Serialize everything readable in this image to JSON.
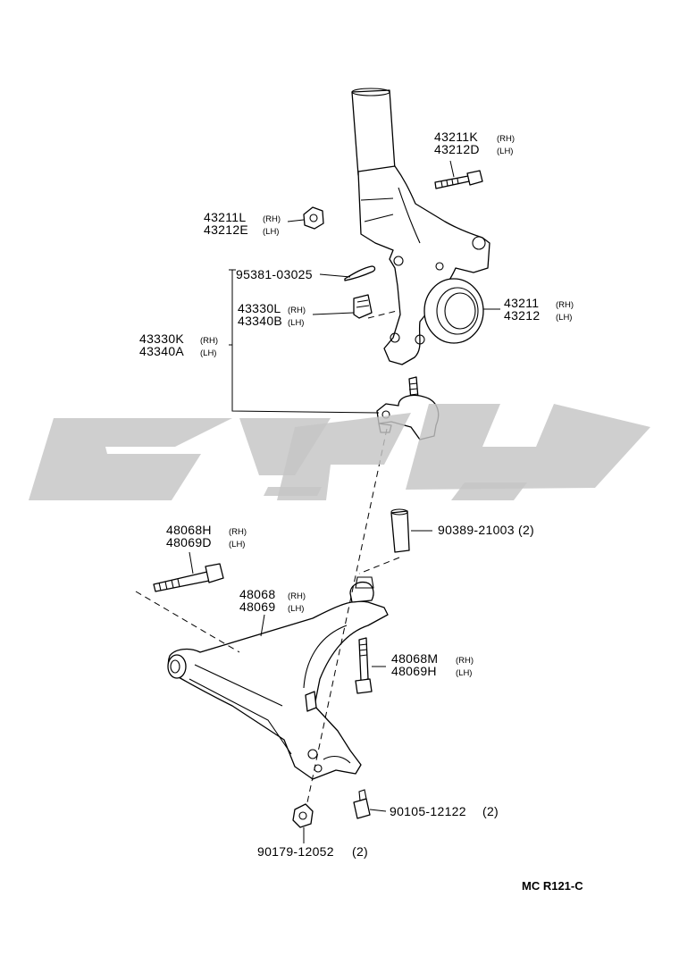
{
  "labels": {
    "knuckle_bolt": {
      "part": [
        "43211K",
        "43212D"
      ],
      "side": [
        "(RH)",
        "(LH)"
      ]
    },
    "knuckle_nut": {
      "part": [
        "43211L",
        "43212E"
      ],
      "side": [
        "(RH)",
        "(LH)"
      ]
    },
    "cotter_pin": {
      "part": "95381-03025"
    },
    "ball_joint_nut": {
      "part": [
        "43330L",
        "43340B"
      ],
      "side": [
        "(RH)",
        "(LH)"
      ]
    },
    "ball_joint": {
      "part": [
        "43330K",
        "43340A"
      ],
      "side": [
        "(RH)",
        "(LH)"
      ]
    },
    "steering_knuckle": {
      "part": [
        "43211",
        "43212"
      ],
      "side": [
        "(RH)",
        "(LH)"
      ]
    },
    "arm_bolt": {
      "part": [
        "48068H",
        "48069D"
      ],
      "side": [
        "(RH)",
        "(LH)"
      ]
    },
    "bushing": {
      "part": "90389-21003",
      "qty": "(2)"
    },
    "lower_arm": {
      "part": [
        "48068",
        "48069"
      ],
      "side": [
        "(RH)",
        "(LH)"
      ]
    },
    "arm_stud": {
      "part": [
        "48068M",
        "48069H"
      ],
      "side": [
        "(RH)",
        "(LH)"
      ]
    },
    "arm_bolt_small": {
      "part": "90105-12122",
      "qty": "(2)"
    },
    "arm_nut": {
      "part": "90179-12052",
      "qty": "(2)"
    }
  },
  "diagram_code": "MC  R121-C",
  "colors": {
    "line": "#000000",
    "watermark": "#c4c4c4",
    "background": "#ffffff"
  }
}
